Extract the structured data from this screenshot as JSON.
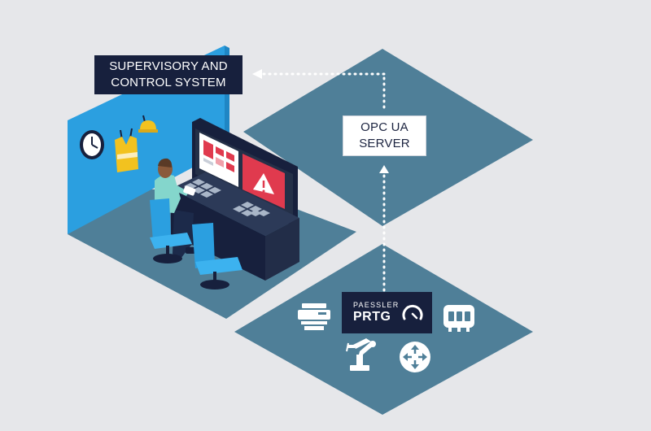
{
  "labels": {
    "supervisory_line1": "SUPERVISORY AND",
    "supervisory_line2": "CONTROL SYSTEM",
    "opc_line1": "OPC UA",
    "opc_line2": "SERVER"
  },
  "logo": {
    "brand_small": "PAESSLER",
    "brand_big": "PRTG"
  },
  "icons": [
    "printer-icon",
    "server-module-icon",
    "robot-arm-icon",
    "router-icon",
    "wall-clock-icon",
    "safety-vest-icon",
    "hard-hat-icon",
    "warning-icon"
  ],
  "colors": {
    "background": "#e6e7ea",
    "plane": "#4f7f98",
    "plane_dark": "#3e6a82",
    "navy": "#17203d",
    "wall": "#2b9fe0",
    "chair": "#2b9fe0",
    "shirt": "#84d6cc",
    "screen_red": "#e03a4e"
  }
}
